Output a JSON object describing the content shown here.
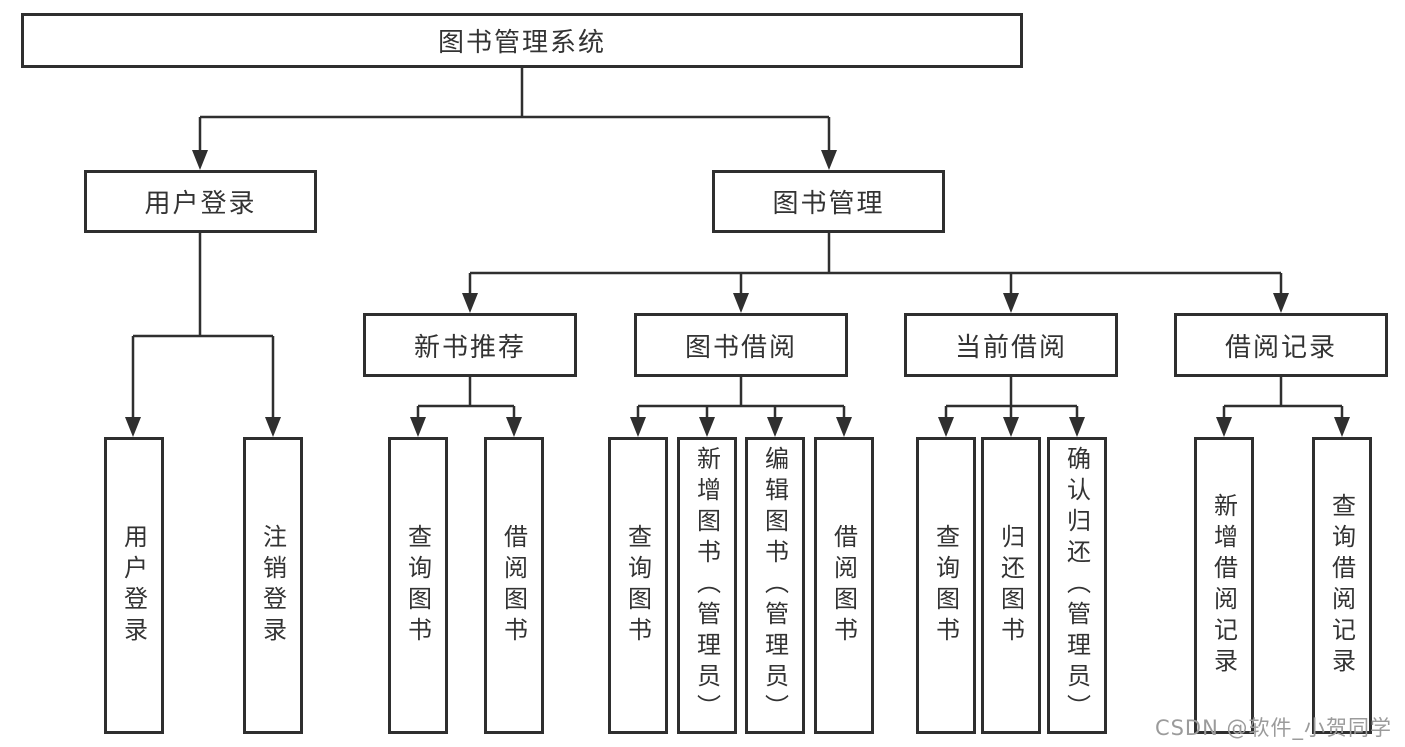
{
  "watermark": "CSDN @软件_小贺同学",
  "colors": {
    "line": "#2f2f2f",
    "box_border": "#2f2f2f",
    "text": "#333333",
    "watermark": "#9b9b9b",
    "background": "#ffffff"
  },
  "tree": {
    "root": {
      "label": "图书管理系统"
    },
    "branches": [
      {
        "label": "用户登录",
        "children": [
          {
            "label": "用户登录"
          },
          {
            "label": "注销登录"
          }
        ]
      },
      {
        "label": "图书管理",
        "groups": [
          {
            "label": "新书推荐",
            "children": [
              {
                "label": "查询图书"
              },
              {
                "label": "借阅图书"
              }
            ]
          },
          {
            "label": "图书借阅",
            "children": [
              {
                "label": "查询图书"
              },
              {
                "label": "新增图书（管理员）"
              },
              {
                "label": "编辑图书（管理员）"
              },
              {
                "label": "借阅图书"
              }
            ]
          },
          {
            "label": "当前借阅",
            "children": [
              {
                "label": "查询图书"
              },
              {
                "label": "归还图书"
              },
              {
                "label": "确认归还（管理员）"
              }
            ]
          },
          {
            "label": "借阅记录",
            "children": [
              {
                "label": "新增借阅记录"
              },
              {
                "label": "查询借阅记录"
              }
            ]
          }
        ]
      }
    ]
  }
}
